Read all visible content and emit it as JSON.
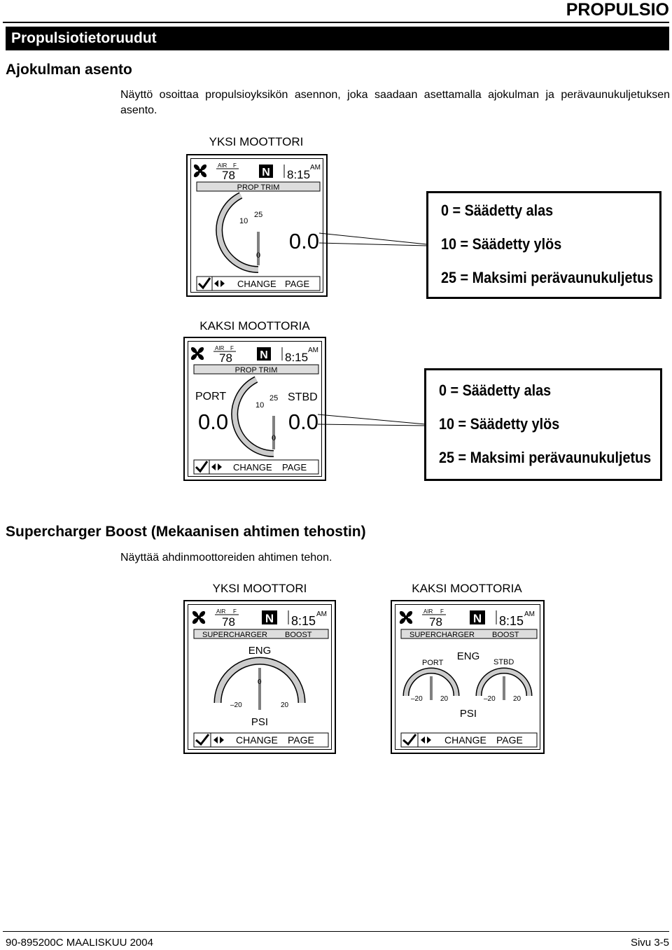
{
  "header": {
    "section": "PROPULSIO"
  },
  "section_title": "Propulsiotietoruudut",
  "trim": {
    "heading": "Ajokulman asento",
    "para": "Näyttö osoittaa propulsioyksikön asennon, joka saadaan asettamalla ajokulman ja perävaunukuljetuksen asento.",
    "single_caption": "YKSI MOOTTORI",
    "dual_caption": "KAKSI MOOTTORIA",
    "legend": [
      "0 = Säädetty alas",
      "10 = Säädetty ylös",
      "25 = Maksimi perävaunukuljetus"
    ]
  },
  "screen": {
    "air_label": "AIR",
    "unit_label": "F",
    "temperature": "78",
    "gear": "N",
    "time": "8:15",
    "ampm": "AM",
    "footer_change": "CHANGE",
    "footer_page": "PAGE",
    "icons": {
      "fan": "fan-icon",
      "check": "checkmark-icon",
      "arrows": "left-right-arrows-icon"
    }
  },
  "prop_trim": {
    "title": "PROP TRIM",
    "value": "0.0",
    "ticks": [
      "10",
      "25",
      "0"
    ],
    "port_label": "PORT",
    "stbd_label": "STBD",
    "port_value": "0.0",
    "stbd_value": "0.0"
  },
  "boost": {
    "heading": "Supercharger Boost (Mekaanisen ahtimen tehostin)",
    "para": "Näyttää ahdinmoottoreiden ahtimen tehon.",
    "single_caption": "YKSI MOOTTORI",
    "dual_caption": "KAKSI MOOTTORIA",
    "title_left": "SUPERCHARGER",
    "title_right": "BOOST",
    "eng_label": "ENG",
    "port_label": "PORT",
    "stbd_label": "STBD",
    "psi_label": "PSI",
    "tick_min": "–20",
    "tick_max": "20",
    "tick_zero": "0"
  },
  "footer": {
    "left": "90-895200C MAALISKUU 2004",
    "right": "Sivu 3-5"
  }
}
